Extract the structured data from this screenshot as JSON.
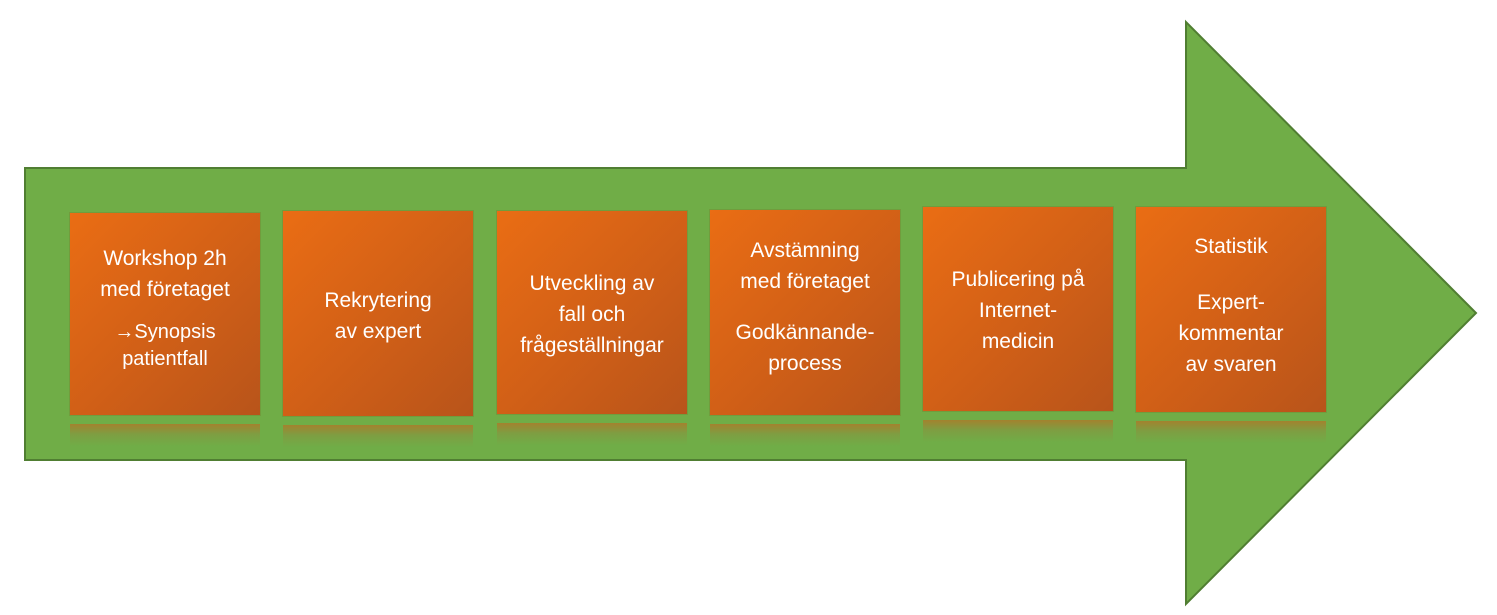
{
  "colors": {
    "arrow_fill": "#70ad47",
    "arrow_stroke": "#507e32",
    "box_fill": "#e06716",
    "text": "#ffffff"
  },
  "steps": [
    {
      "lines": [
        "Workshop 2h",
        "med företaget"
      ],
      "sub": [
        "→Synopsis",
        "patientfall"
      ]
    },
    {
      "lines": [
        "Rekrytering",
        "av expert"
      ],
      "sub": []
    },
    {
      "lines": [
        "Utveckling av",
        "fall och",
        "frågeställningar"
      ],
      "sub": []
    },
    {
      "lines": [
        "Avstämning",
        "med företaget"
      ],
      "sub": [
        "Godkännande-",
        "process"
      ]
    },
    {
      "lines": [
        "Publicering på",
        "Internet-",
        "medicin"
      ],
      "sub": []
    },
    {
      "lines": [
        "Statistik"
      ],
      "sub": [
        "Expert-",
        "kommentar",
        "av svaren"
      ]
    }
  ]
}
